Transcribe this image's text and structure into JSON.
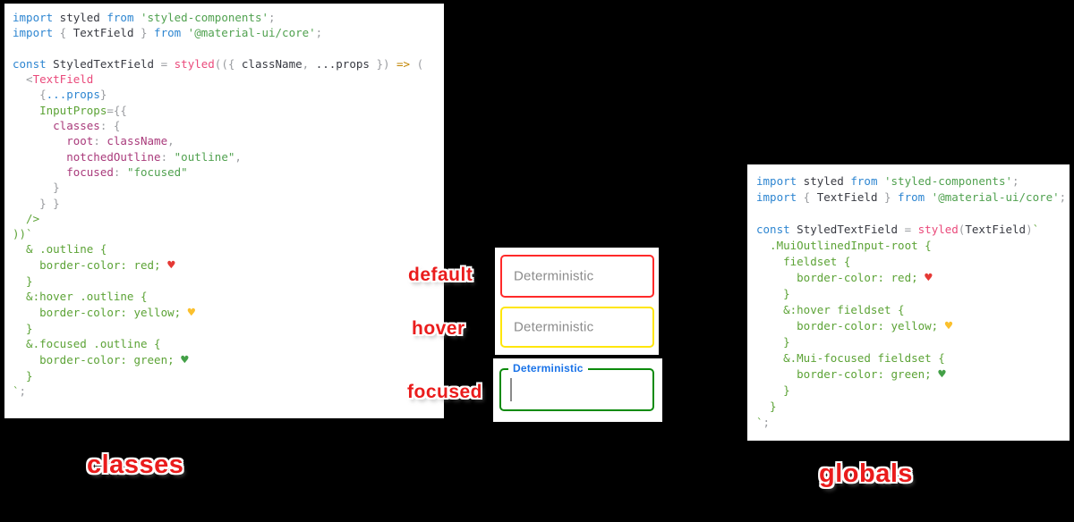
{
  "colors": {
    "background": "#000000",
    "panel_bg": "#ffffff",
    "keyword_blue": "#2e86d1",
    "plain_dark": "#383a42",
    "punct_gray": "#9a9ca0",
    "string_green": "#50a14f",
    "css_green": "#5ca336",
    "key_magenta": "#a93a7b",
    "func_pink": "#ea4a7b",
    "arrow_orange": "#c18401",
    "sticker_red": "#ea1c1c",
    "focused_label_blue": "#1a73e8",
    "placeholder_gray": "#8c8c8c",
    "border_red": "#ff2a2a",
    "border_yellow": "#ffe60a",
    "border_green": "#0c8b0c",
    "heart_red": "#e53935",
    "heart_yellow": "#fbc02d",
    "heart_green": "#43a047"
  },
  "left_code_panel": {
    "lines": [
      [
        [
          "k",
          "import"
        ],
        [
          "p",
          " styled "
        ],
        [
          "k",
          "from"
        ],
        [
          "s",
          " 'styled-components'"
        ],
        [
          "g",
          ";"
        ]
      ],
      [
        [
          "k",
          "import"
        ],
        [
          "g",
          " { "
        ],
        [
          "p",
          "TextField"
        ],
        [
          "g",
          " } "
        ],
        [
          "k",
          "from"
        ],
        [
          "s",
          " '@material-ui/core'"
        ],
        [
          "g",
          ";"
        ]
      ],
      [],
      [
        [
          "k",
          "const"
        ],
        [
          "p",
          " StyledTextField "
        ],
        [
          "g",
          "= "
        ],
        [
          "f",
          "styled"
        ],
        [
          "g",
          "(({ "
        ],
        [
          "p",
          "className"
        ],
        [
          "g",
          ", "
        ],
        [
          "p",
          "...props"
        ],
        [
          "g",
          " }) "
        ],
        [
          "o",
          "=>"
        ],
        [
          "g",
          " ("
        ]
      ],
      [
        [
          "g",
          "  <"
        ],
        [
          "f",
          "TextField"
        ]
      ],
      [
        [
          "g",
          "    {"
        ],
        [
          "k",
          "...props"
        ],
        [
          "g",
          "}"
        ]
      ],
      [
        [
          "c",
          "    InputProps"
        ],
        [
          "g",
          "={{"
        ]
      ],
      [
        [
          "m",
          "      classes"
        ],
        [
          "g",
          ": {"
        ]
      ],
      [
        [
          "m",
          "        root"
        ],
        [
          "g",
          ": "
        ],
        [
          "m",
          "className"
        ],
        [
          "g",
          ","
        ]
      ],
      [
        [
          "m",
          "        notchedOutline"
        ],
        [
          "g",
          ": "
        ],
        [
          "s",
          "\"outline\""
        ],
        [
          "g",
          ","
        ]
      ],
      [
        [
          "m",
          "        focused"
        ],
        [
          "g",
          ": "
        ],
        [
          "s",
          "\"focused\""
        ]
      ],
      [
        [
          "g",
          "      }"
        ]
      ],
      [
        [
          "g",
          "    } }"
        ]
      ],
      [
        [
          "c",
          "  />"
        ]
      ],
      [
        [
          "c",
          "))`"
        ]
      ],
      [
        [
          "c",
          "  & .outline {"
        ]
      ],
      [
        [
          "c",
          "    border-color: red; "
        ],
        [
          "hr",
          "♥"
        ]
      ],
      [
        [
          "c",
          "  }"
        ]
      ],
      [
        [
          "c",
          "  &:hover .outline {"
        ]
      ],
      [
        [
          "c",
          "    border-color: yellow; "
        ],
        [
          "hy",
          "♥"
        ]
      ],
      [
        [
          "c",
          "  }"
        ]
      ],
      [
        [
          "c",
          "  &.focused .outline {"
        ]
      ],
      [
        [
          "c",
          "    border-color: green; "
        ],
        [
          "hg",
          "♥"
        ]
      ],
      [
        [
          "c",
          "  }"
        ]
      ],
      [
        [
          "c",
          "`"
        ],
        [
          "g",
          ";"
        ]
      ]
    ]
  },
  "right_code_panel": {
    "lines": [
      [
        [
          "k",
          "import"
        ],
        [
          "p",
          " styled "
        ],
        [
          "k",
          "from"
        ],
        [
          "s",
          " 'styled-components'"
        ],
        [
          "g",
          ";"
        ]
      ],
      [
        [
          "k",
          "import"
        ],
        [
          "g",
          " { "
        ],
        [
          "p",
          "TextField"
        ],
        [
          "g",
          " } "
        ],
        [
          "k",
          "from"
        ],
        [
          "s",
          " '@material-ui/core'"
        ],
        [
          "g",
          ";"
        ]
      ],
      [],
      [
        [
          "k",
          "const"
        ],
        [
          "p",
          " StyledTextField "
        ],
        [
          "g",
          "= "
        ],
        [
          "f",
          "styled"
        ],
        [
          "g",
          "("
        ],
        [
          "p",
          "TextField"
        ],
        [
          "g",
          ")"
        ],
        [
          "c",
          "`"
        ]
      ],
      [
        [
          "c",
          "  .MuiOutlinedInput-root {"
        ]
      ],
      [
        [
          "c",
          "    fieldset {"
        ]
      ],
      [
        [
          "c",
          "      border-color: red; "
        ],
        [
          "hr",
          "♥"
        ]
      ],
      [
        [
          "c",
          "    }"
        ]
      ],
      [
        [
          "c",
          "    &:hover fieldset {"
        ]
      ],
      [
        [
          "c",
          "      border-color: yellow; "
        ],
        [
          "hy",
          "♥"
        ]
      ],
      [
        [
          "c",
          "    }"
        ]
      ],
      [
        [
          "c",
          "    &.Mui-focused fieldset {"
        ]
      ],
      [
        [
          "c",
          "      border-color: green; "
        ],
        [
          "hg",
          "♥"
        ]
      ],
      [
        [
          "c",
          "    }"
        ]
      ],
      [
        [
          "c",
          "  }"
        ]
      ],
      [
        [
          "c",
          "`"
        ],
        [
          "g",
          ";"
        ]
      ]
    ]
  },
  "state_labels": {
    "default": "default",
    "hover": "hover",
    "focused": "focused"
  },
  "captions": {
    "left": "classes",
    "right": "globals"
  },
  "textfields": {
    "default_field": {
      "placeholder": "Deterministic"
    },
    "hover_field": {
      "placeholder": "Deterministic"
    },
    "focused_field": {
      "label": "Deterministic",
      "value": ""
    }
  }
}
